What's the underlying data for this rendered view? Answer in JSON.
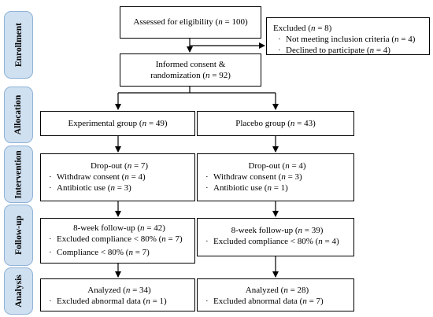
{
  "phases": [
    "Enrollment",
    "Allocation",
    "Intervention",
    "Follow-up",
    "Analysis"
  ],
  "enrollment": {
    "assessed": {
      "pre": "Assessed for eligibility (",
      "n": "n",
      "post": " = 100)"
    },
    "excluded": {
      "title": {
        "pre": "Excluded (",
        "n": "n",
        "post": " = 8)"
      },
      "items": [
        {
          "pre": "Not meeting inclusion criteria (",
          "n": "n",
          "post": " = 4)"
        },
        {
          "pre": "Declined to participate (",
          "n": "n",
          "post": " = 4)"
        }
      ]
    },
    "consent": {
      "line1": "Informed consent &",
      "line2": {
        "pre": "randomization (",
        "n": "n",
        "post": " = 92)"
      }
    }
  },
  "allocation": {
    "experimental": {
      "pre": "Experimental group (",
      "n": "n",
      "post": " = 49)"
    },
    "placebo": {
      "pre": "Placebo group (",
      "n": "n",
      "post": " = 43)"
    }
  },
  "intervention": {
    "left": {
      "title": {
        "pre": "Drop-out (",
        "n": "n",
        "post": " = 7)"
      },
      "items": [
        {
          "pre": "Withdraw consent (",
          "n": "n",
          "post": " = 4)"
        },
        {
          "pre": "Antibiotic use (",
          "n": "n",
          "post": " = 3)"
        }
      ]
    },
    "right": {
      "title": {
        "pre": "Drop-out (",
        "n": "n",
        "post": " = 4)"
      },
      "items": [
        {
          "pre": "Withdraw consent (",
          "n": "n",
          "post": " = 3)"
        },
        {
          "pre": "Antibiotic use (",
          "n": "n",
          "post": " = 1)"
        }
      ]
    }
  },
  "followup": {
    "left": {
      "title": {
        "pre": "8-week follow-up (",
        "n": "n",
        "post": " = 42)"
      },
      "items": [
        {
          "pre": "Excluded compliance < 80% (",
          "n": "n",
          "post": " = 7)"
        },
        {
          "pre": "Compliance < 80% (",
          "n": "n",
          "post": " = 7)"
        }
      ]
    },
    "right": {
      "title": {
        "pre": "8-week follow-up (",
        "n": "n",
        "post": " = 39)"
      },
      "items": [
        {
          "pre": "Excluded compliance < 80% (",
          "n": "n",
          "post": " = 4)"
        }
      ]
    }
  },
  "analysis": {
    "left": {
      "title": {
        "pre": "Analyzed (",
        "n": "n",
        "post": " = 34)"
      },
      "items": [
        {
          "pre": "Excluded abnormal data (",
          "n": "n",
          "post": " = 1)"
        }
      ]
    },
    "right": {
      "title": {
        "pre": "Analyzed (",
        "n": "n",
        "post": " = 28)"
      },
      "items": [
        {
          "pre": "Excluded abnormal data (",
          "n": "n",
          "post": " = 7)"
        }
      ]
    }
  }
}
